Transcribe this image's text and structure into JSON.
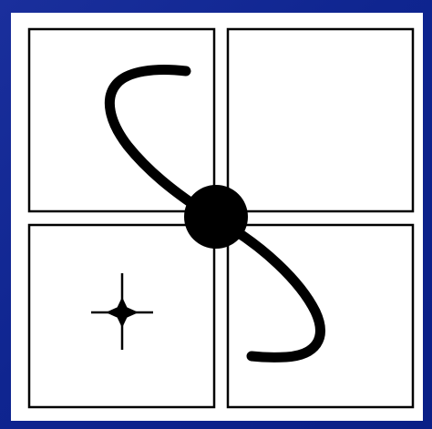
{
  "colors": {
    "background": "#1329a0",
    "panel": "#ffffff",
    "ink": "#000000"
  },
  "diagram": {
    "kind": "quadrant-grid",
    "cells": [
      "top-left",
      "top-right",
      "bottom-left",
      "bottom-right"
    ],
    "center_mark": "filled-circle",
    "curve": "s-shaped-arc",
    "marker": "four-point-star"
  }
}
